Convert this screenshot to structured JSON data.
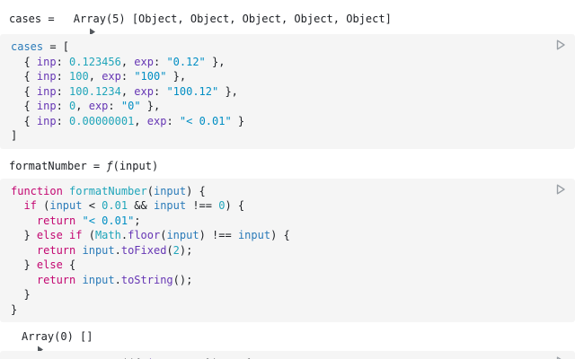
{
  "theme": {
    "plain": "#1b1e23",
    "keyword": "#c30771",
    "number": "#20a5ba",
    "string": "#008ec4",
    "variable": "#2b7bb9",
    "def": "#20a5ba",
    "property": "#6636b4",
    "cellbg": "#f5f5f5",
    "caret_color": "#52575c",
    "play_color": "#9aa0a6"
  },
  "outputs": {
    "cases": {
      "name": "cases = ",
      "preview": "Array(5) [Object, Object, Object, Object, Object]"
    },
    "formatNumber": {
      "name": "formatNumber = ",
      "fn": "ƒ",
      "args": "(input)"
    },
    "anonymous": {
      "preview": "Array(0) []"
    }
  },
  "cells": [
    {
      "id": "cases",
      "lines": [
        [
          [
            "v",
            "cases"
          ],
          [
            "t",
            " = ["
          ]
        ],
        [
          [
            "t",
            "  { "
          ],
          [
            "o",
            "inp"
          ],
          [
            "t",
            ": "
          ],
          [
            "n",
            "0.123456"
          ],
          [
            "t",
            ", "
          ],
          [
            "o",
            "exp"
          ],
          [
            "t",
            ": "
          ],
          [
            "s",
            "\"0.12\""
          ],
          [
            "t",
            " },"
          ]
        ],
        [
          [
            "t",
            "  { "
          ],
          [
            "o",
            "inp"
          ],
          [
            "t",
            ": "
          ],
          [
            "n",
            "100"
          ],
          [
            "t",
            ", "
          ],
          [
            "o",
            "exp"
          ],
          [
            "t",
            ": "
          ],
          [
            "s",
            "\"100\""
          ],
          [
            "t",
            " },"
          ]
        ],
        [
          [
            "t",
            "  { "
          ],
          [
            "o",
            "inp"
          ],
          [
            "t",
            ": "
          ],
          [
            "n",
            "100.1234"
          ],
          [
            "t",
            ", "
          ],
          [
            "o",
            "exp"
          ],
          [
            "t",
            ": "
          ],
          [
            "s",
            "\"100.12\""
          ],
          [
            "t",
            " },"
          ]
        ],
        [
          [
            "t",
            "  { "
          ],
          [
            "o",
            "inp"
          ],
          [
            "t",
            ": "
          ],
          [
            "n",
            "0"
          ],
          [
            "t",
            ", "
          ],
          [
            "o",
            "exp"
          ],
          [
            "t",
            ": "
          ],
          [
            "s",
            "\"0\""
          ],
          [
            "t",
            " },"
          ]
        ],
        [
          [
            "t",
            "  { "
          ],
          [
            "o",
            "inp"
          ],
          [
            "t",
            ": "
          ],
          [
            "n",
            "0.00000001"
          ],
          [
            "t",
            ", "
          ],
          [
            "o",
            "exp"
          ],
          [
            "t",
            ": "
          ],
          [
            "s",
            "\"< 0.01\""
          ],
          [
            "t",
            " }"
          ]
        ],
        [
          [
            "t",
            "]"
          ]
        ]
      ]
    },
    {
      "id": "formatNumber",
      "lines": [
        [
          [
            "k",
            "function"
          ],
          [
            "t",
            " "
          ],
          [
            "d",
            "formatNumber"
          ],
          [
            "t",
            "("
          ],
          [
            "v",
            "input"
          ],
          [
            "t",
            ") {"
          ]
        ],
        [
          [
            "t",
            "  "
          ],
          [
            "k",
            "if"
          ],
          [
            "t",
            " ("
          ],
          [
            "v",
            "input"
          ],
          [
            "t",
            " < "
          ],
          [
            "n",
            "0.01"
          ],
          [
            "t",
            " && "
          ],
          [
            "v",
            "input"
          ],
          [
            "t",
            " !== "
          ],
          [
            "n",
            "0"
          ],
          [
            "t",
            ") {"
          ]
        ],
        [
          [
            "t",
            "    "
          ],
          [
            "k",
            "return"
          ],
          [
            "t",
            " "
          ],
          [
            "s",
            "\"< 0.01\""
          ],
          [
            "t",
            ";"
          ]
        ],
        [
          [
            "t",
            "  } "
          ],
          [
            "k",
            "else"
          ],
          [
            "t",
            " "
          ],
          [
            "k",
            "if"
          ],
          [
            "t",
            " ("
          ],
          [
            "d",
            "Math"
          ],
          [
            "t",
            "."
          ],
          [
            "o",
            "floor"
          ],
          [
            "t",
            "("
          ],
          [
            "v",
            "input"
          ],
          [
            "t",
            ") !== "
          ],
          [
            "v",
            "input"
          ],
          [
            "t",
            ") {"
          ]
        ],
        [
          [
            "t",
            "    "
          ],
          [
            "k",
            "return"
          ],
          [
            "t",
            " "
          ],
          [
            "v",
            "input"
          ],
          [
            "t",
            "."
          ],
          [
            "o",
            "toFixed"
          ],
          [
            "t",
            "("
          ],
          [
            "n",
            "2"
          ],
          [
            "t",
            ");"
          ]
        ],
        [
          [
            "t",
            "  } "
          ],
          [
            "k",
            "else"
          ],
          [
            "t",
            " {"
          ]
        ],
        [
          [
            "t",
            "    "
          ],
          [
            "k",
            "return"
          ],
          [
            "t",
            " "
          ],
          [
            "v",
            "input"
          ],
          [
            "t",
            "."
          ],
          [
            "o",
            "toString"
          ],
          [
            "t",
            "();"
          ]
        ],
        [
          [
            "t",
            "  }"
          ]
        ],
        [
          [
            "t",
            "}"
          ]
        ]
      ]
    },
    {
      "id": "bottom-partial",
      "lines": [
        [
          [
            "v",
            "tests"
          ],
          [
            "t",
            " = "
          ],
          [
            "v",
            "cases"
          ],
          [
            "t",
            "."
          ],
          [
            "o",
            "map"
          ],
          [
            "t",
            "(({ "
          ],
          [
            "o",
            "inp"
          ],
          [
            "t",
            ", "
          ],
          [
            "o",
            "exp"
          ],
          [
            "t",
            " }) => {"
          ]
        ]
      ]
    }
  ]
}
